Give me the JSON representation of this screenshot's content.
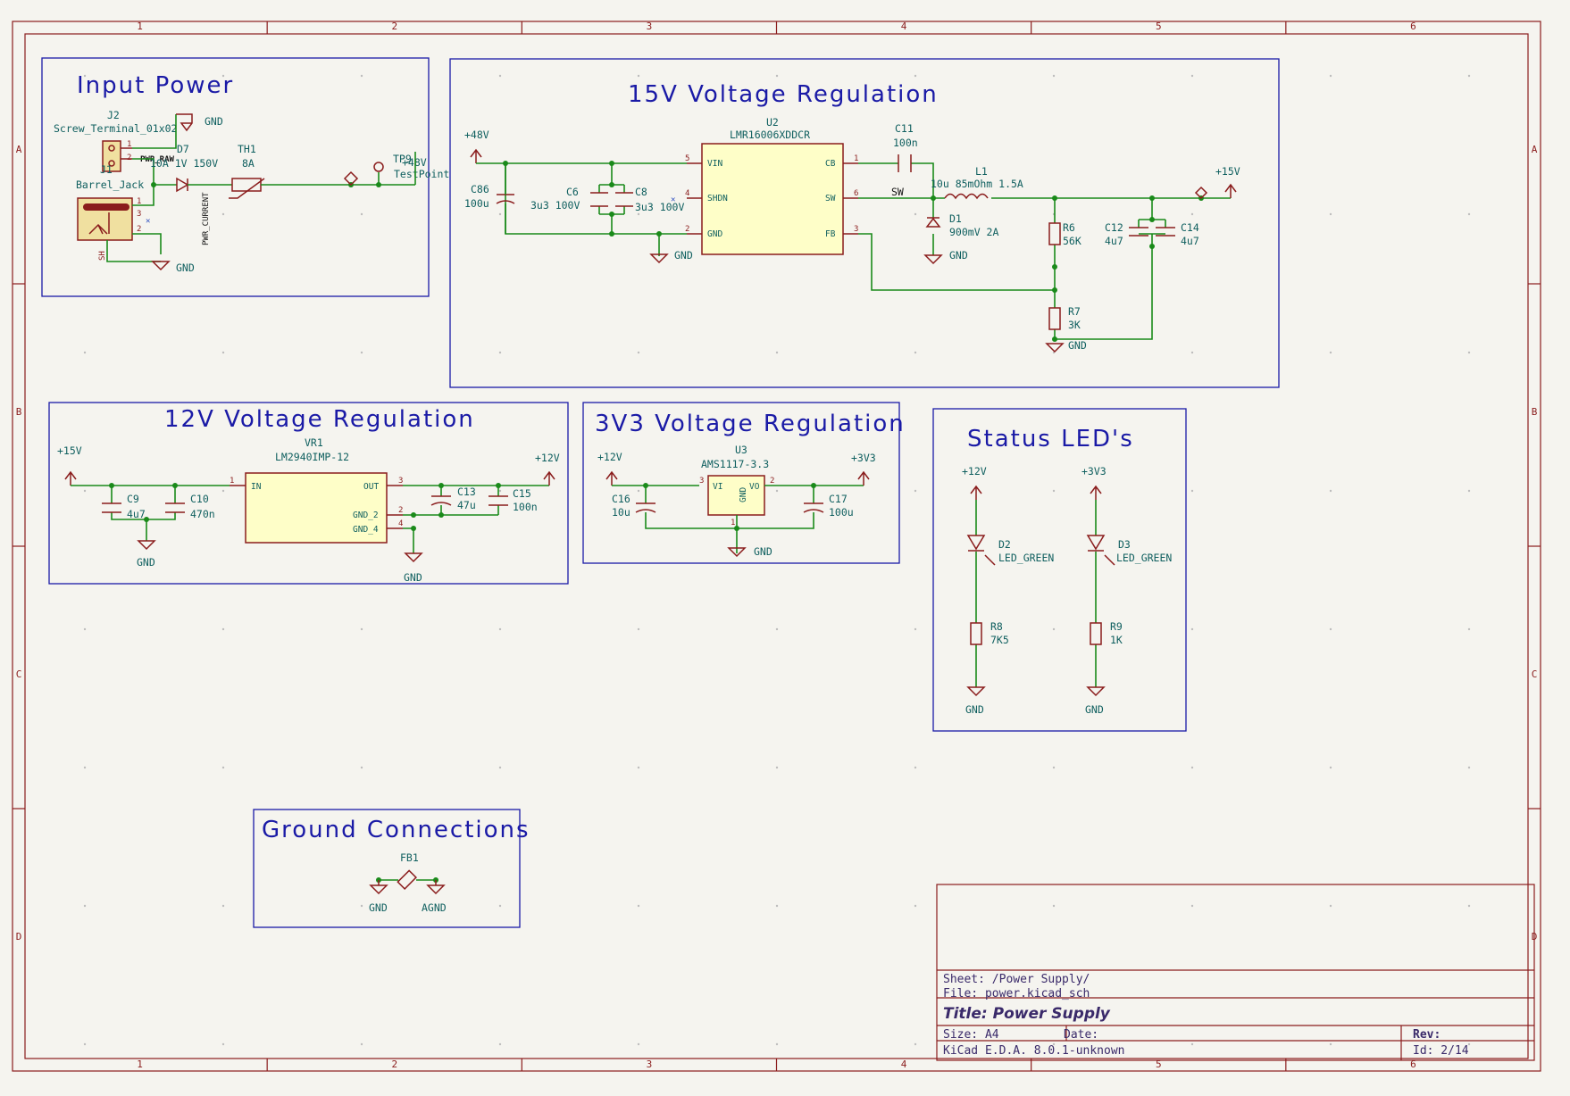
{
  "sheet_titles": {
    "input_power": "Input Power",
    "v15": "15V Voltage Regulation",
    "v12": "12V Voltage Regulation",
    "v3v3": "3V3 Voltage Regulation",
    "status": "Status LED's",
    "ground": "Ground Connections"
  },
  "zones": {
    "columns": [
      "1",
      "2",
      "3",
      "4",
      "5",
      "6"
    ],
    "rows": [
      "A",
      "B",
      "C",
      "D"
    ]
  },
  "input_power": {
    "j2_ref": "J2",
    "j2_val": "Screw_Terminal_01x02",
    "j1_ref": "J1",
    "j1_val": "Barrel_Jack",
    "d7_ref": "D7",
    "d7_val": "10A 1V 150V",
    "th1_ref": "TH1",
    "th1_val": "8A",
    "tp9_ref": "TP9",
    "tp9_val": "TestPoint",
    "net_raw": "PWR_RAW",
    "net_current": "PWR_CURRENT",
    "net_48v": "+48V",
    "gnd": "GND",
    "sh": "SH",
    "pins": [
      "1",
      "2",
      "1",
      "3",
      "2"
    ]
  },
  "v15": {
    "u2_ref": "U2",
    "u2_val": "LMR16006XDDCR",
    "u2_pins": {
      "vin": "VIN",
      "shdn": "SHDN",
      "gnd": "GND",
      "cb": "CB",
      "sw": "SW",
      "fb": "FB"
    },
    "u2_pin_nums": {
      "vin": "5",
      "shdn": "4",
      "gnd": "2",
      "cb": "1",
      "sw": "6",
      "fb": "3"
    },
    "rail_in": "+48V",
    "rail_out": "+15V",
    "c86": [
      "C86",
      "100u"
    ],
    "c6": [
      "C6",
      "3u3 100V"
    ],
    "c8": [
      "C8",
      "3u3 100V"
    ],
    "c11": [
      "C11",
      "100n"
    ],
    "l1": [
      "L1",
      "10u 85mOhm 1.5A"
    ],
    "d1": [
      "D1",
      "900mV 2A"
    ],
    "r6": [
      "R6",
      "56K"
    ],
    "r7": [
      "R7",
      "3K"
    ],
    "c12": [
      "C12",
      "4u7"
    ],
    "c14": [
      "C14",
      "4u7"
    ],
    "net_sw": "SW",
    "gnd": "GND"
  },
  "v12": {
    "vr1_ref": "VR1",
    "vr1_val": "LM2940IMP-12",
    "pins": {
      "in": "IN",
      "out": "OUT",
      "gnd2": "GND_2",
      "gnd4": "GND_4"
    },
    "pin_nums": {
      "in": "1",
      "out": "3",
      "gnd2": "2",
      "gnd4": "4"
    },
    "rail_in": "+15V",
    "rail_out": "+12V",
    "c9": [
      "C9",
      "4u7"
    ],
    "c10": [
      "C10",
      "470n"
    ],
    "c13": [
      "C13",
      "47u"
    ],
    "c15": [
      "C15",
      "100n"
    ],
    "gnd": "GND"
  },
  "v3v3": {
    "u3_ref": "U3",
    "u3_val": "AMS1117-3.3",
    "pins": {
      "vi": "VI",
      "vo": "VO",
      "gnd": "GND"
    },
    "pin_nums": {
      "vi": "3",
      "vo": "2",
      "gnd": "1"
    },
    "rail_in": "+12V",
    "rail_out": "+3V3",
    "c16": [
      "C16",
      "10u"
    ],
    "c17": [
      "C17",
      "100u"
    ],
    "gnd": "GND"
  },
  "status": {
    "rail_a": "+12V",
    "rail_b": "+3V3",
    "d2": [
      "D2",
      "LED_GREEN"
    ],
    "d3": [
      "D3",
      "LED_GREEN"
    ],
    "r8": [
      "R8",
      "7K5"
    ],
    "r9": [
      "R9",
      "1K"
    ],
    "gnd": "GND"
  },
  "ground": {
    "fb1": "FB1",
    "gnd": "GND",
    "agnd": "AGND"
  },
  "title_block": {
    "sheet": "Sheet: /Power Supply/",
    "file": "File: power.kicad_sch",
    "title": "Title: Power Supply",
    "size": "Size: A4",
    "date": "Date:",
    "rev": "Rev:",
    "tool": "KiCad E.D.A. 8.0.1-unknown",
    "id": "Id: 2/14"
  }
}
